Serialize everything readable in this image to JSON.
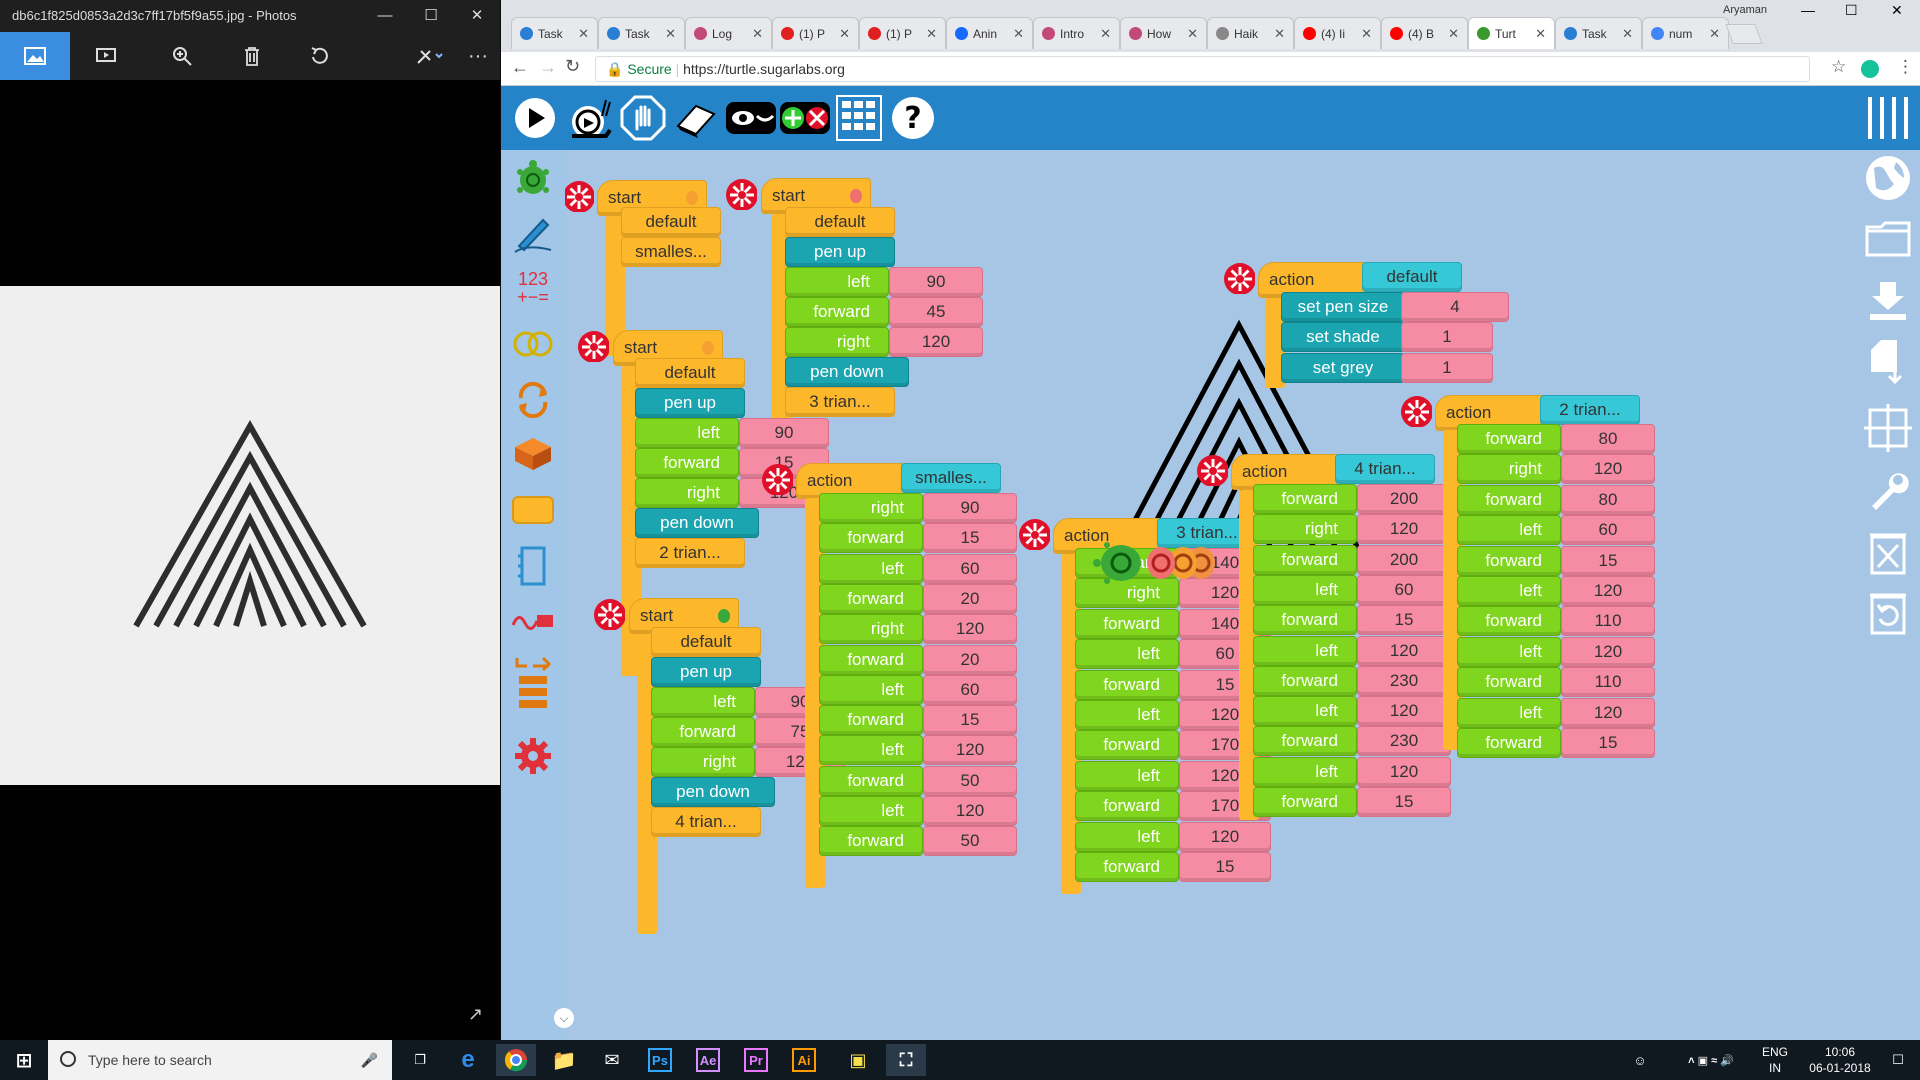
{
  "photos": {
    "title": "db6c1f825d0853a2d3c7ff17bf5f9a55.jpg - Photos",
    "more": "···"
  },
  "chrome": {
    "user": "Aryaman",
    "tabs": [
      {
        "label": "Task",
        "color": "#2a7fd4"
      },
      {
        "label": "Task",
        "color": "#2a7fd4"
      },
      {
        "label": "Log",
        "color": "#c24a7b"
      },
      {
        "label": "(1) P",
        "color": "#e02020"
      },
      {
        "label": "(1) P",
        "color": "#e02020"
      },
      {
        "label": "Anin",
        "color": "#1769ff"
      },
      {
        "label": "Intro",
        "color": "#c24a7b"
      },
      {
        "label": "How",
        "color": "#c24a7b"
      },
      {
        "label": "Haik",
        "color": "#888888"
      },
      {
        "label": "(4) Ii",
        "color": "#ff0000"
      },
      {
        "label": "(4) B",
        "color": "#ff0000"
      },
      {
        "label": "Turt",
        "color": "#3a9a2e"
      },
      {
        "label": "Task",
        "color": "#2a7fd4"
      },
      {
        "label": "num",
        "color": "#4285f4"
      }
    ],
    "secure": "Secure",
    "url": "https://turtle.sugarlabs.org"
  },
  "blocks": {
    "start": "start",
    "action": "action",
    "default": "default",
    "smalles": "smalles...",
    "pen_up": "pen up",
    "pen_down": "pen down",
    "left": "left",
    "right": "right",
    "forward": "forward",
    "tri2": "2 trian...",
    "tri3": "3 trian...",
    "tri4": "4 trian...",
    "set_pen_size": "set pen size",
    "set_shade": "set shade",
    "set_grey": "set grey",
    "v90": "90",
    "v45": "45",
    "v120": "120",
    "v15": "15",
    "v75": "75",
    "v60": "60",
    "v20": "20",
    "v50": "50",
    "v140": "140",
    "v170": "170",
    "v200": "200",
    "v230": "230",
    "v80": "80",
    "v110": "110",
    "v4": "4",
    "v1": "1"
  },
  "palette": {
    "numbers": "123"
  },
  "taskbar": {
    "search": "Type here to search",
    "lang1": "ENG",
    "lang2": "IN",
    "time": "10:06",
    "date": "06-01-2018",
    "apps": [
      "Ps",
      "Ae",
      "Pr",
      "Ai"
    ]
  }
}
